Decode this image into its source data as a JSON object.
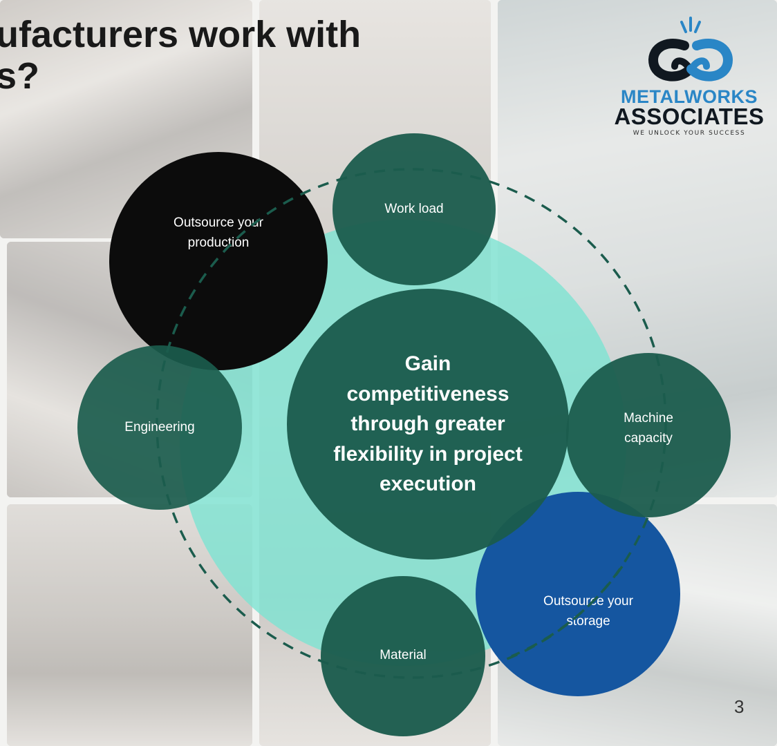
{
  "title": "ufacturers work with\ns?",
  "logo": {
    "line1": "METALWORKS",
    "line2": "ASSOCIATES",
    "tagline": "WE UNLOCK YOUR SUCCESS",
    "colors": {
      "blue": "#2a86c6",
      "dark": "#101820"
    }
  },
  "diagram": {
    "center": "Gain competitiveness through greater flexibility in project execution",
    "nodes": {
      "outsource_production": "Outsource your production",
      "work_load": "Work load",
      "engineering": "Engineering",
      "machine_capacity": "Machine capacity",
      "material": "Material",
      "outsource_storage": "Outsource your storage"
    },
    "colors": {
      "teal_light": "#7fe3d2",
      "dark_green": "#1b5c4d",
      "black": "#0c0c0c",
      "blue": "#1556a0"
    }
  },
  "page_number": "3"
}
